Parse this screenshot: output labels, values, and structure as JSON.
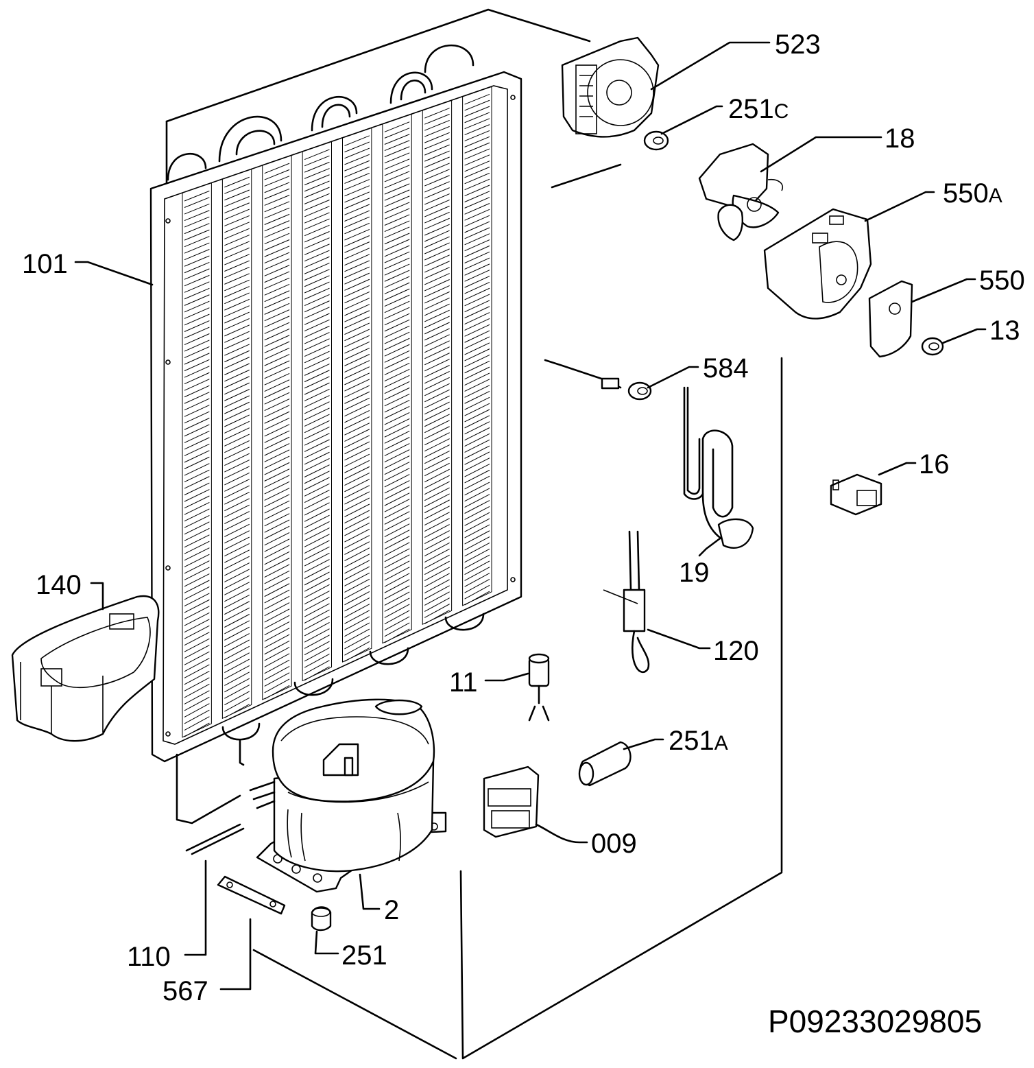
{
  "diagram": {
    "drawing_code": "P09233029805",
    "part_labels": {
      "p523": "523",
      "p251c_main": "251",
      "p251c_suffix": "C",
      "p18": "18",
      "p550a_main": "550",
      "p550a_suffix": "A",
      "p550": "550",
      "p13": "13",
      "p101": "101",
      "p584": "584",
      "p16": "16",
      "p19": "19",
      "p140": "140",
      "p120": "120",
      "p11": "11",
      "p251a_main": "251",
      "p251a_suffix": "A",
      "p009": "009",
      "p2": "2",
      "p251": "251",
      "p110": "110",
      "p567": "567"
    }
  }
}
